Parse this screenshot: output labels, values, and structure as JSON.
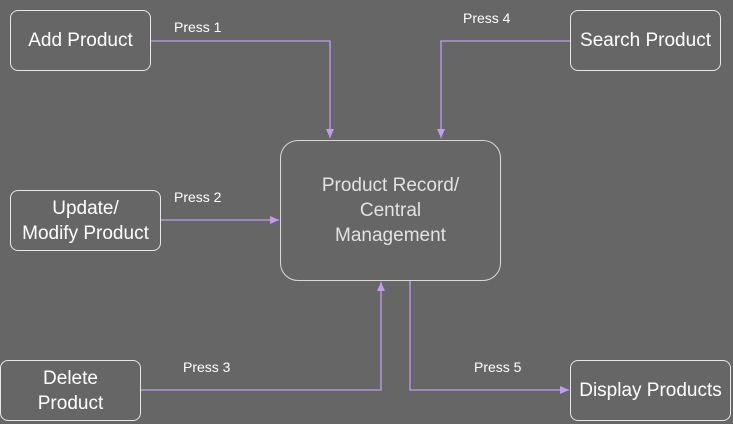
{
  "diagram": {
    "nodes": {
      "add_product": "Add Product",
      "search_product": "Search Product",
      "update_product": "Update/\nModify Product",
      "central": "Product Record/\nCentral\nManagement",
      "delete_product": "Delete\nProduct",
      "display_products": "Display Products"
    },
    "edges": {
      "press1": "Press 1",
      "press2": "Press 2",
      "press3": "Press 3",
      "press4": "Press 4",
      "press5": "Press 5"
    },
    "colors": {
      "background": "#666666",
      "node_border": "#e8e8e8",
      "arrow": "#c39bee",
      "text": "#ffffff"
    }
  }
}
